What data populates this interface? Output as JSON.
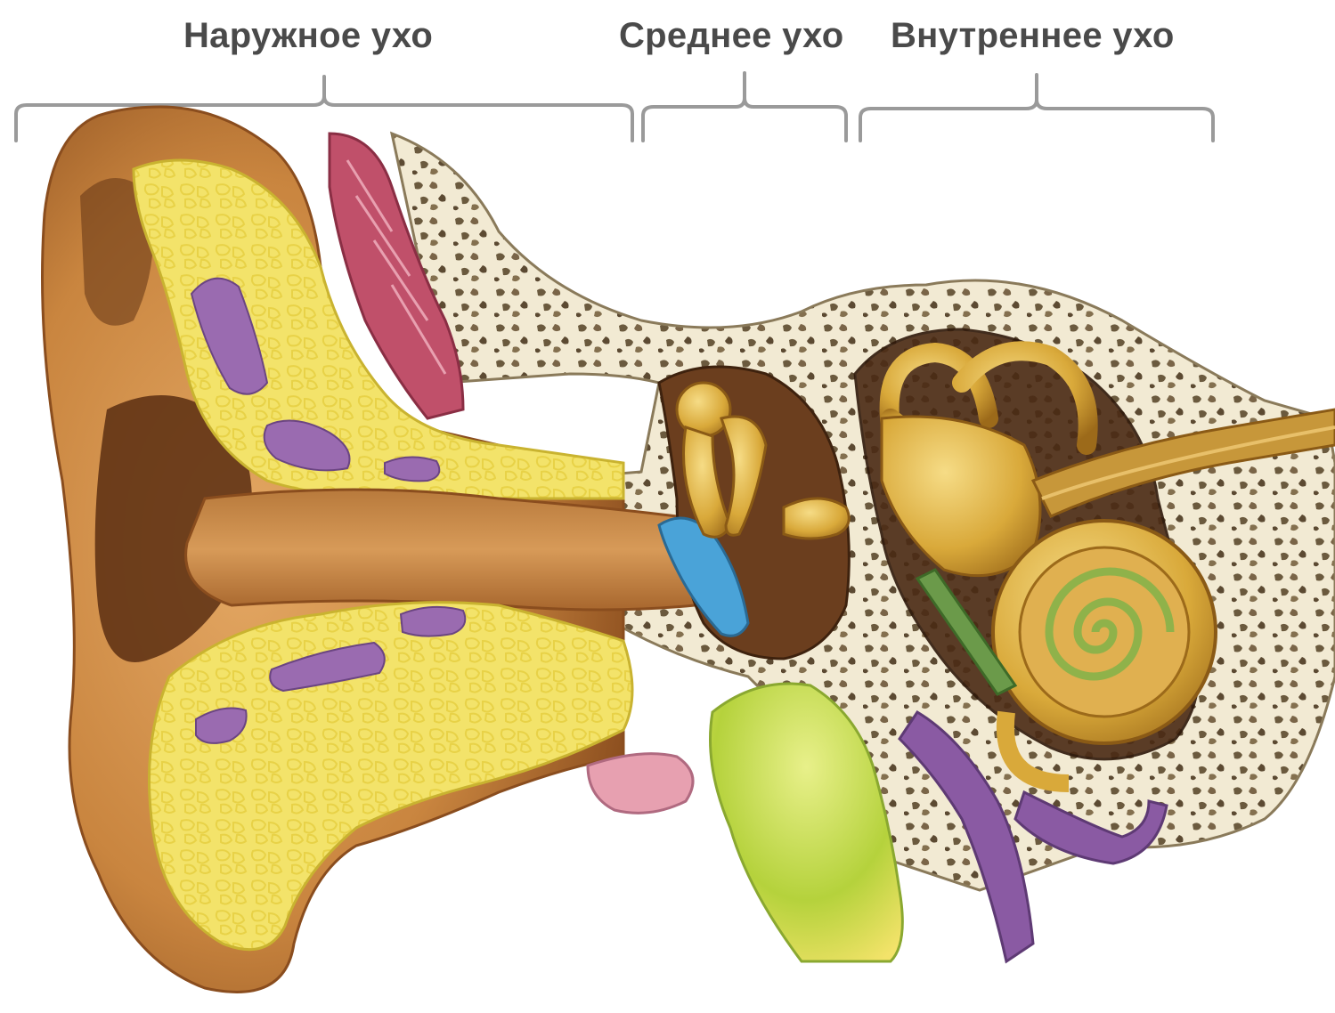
{
  "regions": [
    {
      "id": "outer",
      "label": "Наружное ухо"
    },
    {
      "id": "middle",
      "label": "Среднее ухо"
    },
    {
      "id": "inner",
      "label": "Внутреннее ухо"
    }
  ],
  "colors": {
    "bracket": "#9a9a9a",
    "label_text": "#4a4a4a",
    "pinna_skin": "#c9853f",
    "pinna_dark": "#5a2e12",
    "cartilage_yellow": "#f3e36a",
    "fat_purple": "#9a6bb0",
    "muscle_red": "#c0506a",
    "bone_cream": "#f2ead3",
    "bone_pore": "#6b5a3e",
    "eardrum_blue": "#4aa3d8",
    "ossicle_gold": "#d9a93a",
    "cavity_brown": "#6b3e1e",
    "cochlea_green": "#8fb24a",
    "auditory_nerve": "#c7973a",
    "eustachian_green": "#b5d23c",
    "tube_purple": "#8a5aa3",
    "pink_tissue": "#e7a0b0"
  }
}
